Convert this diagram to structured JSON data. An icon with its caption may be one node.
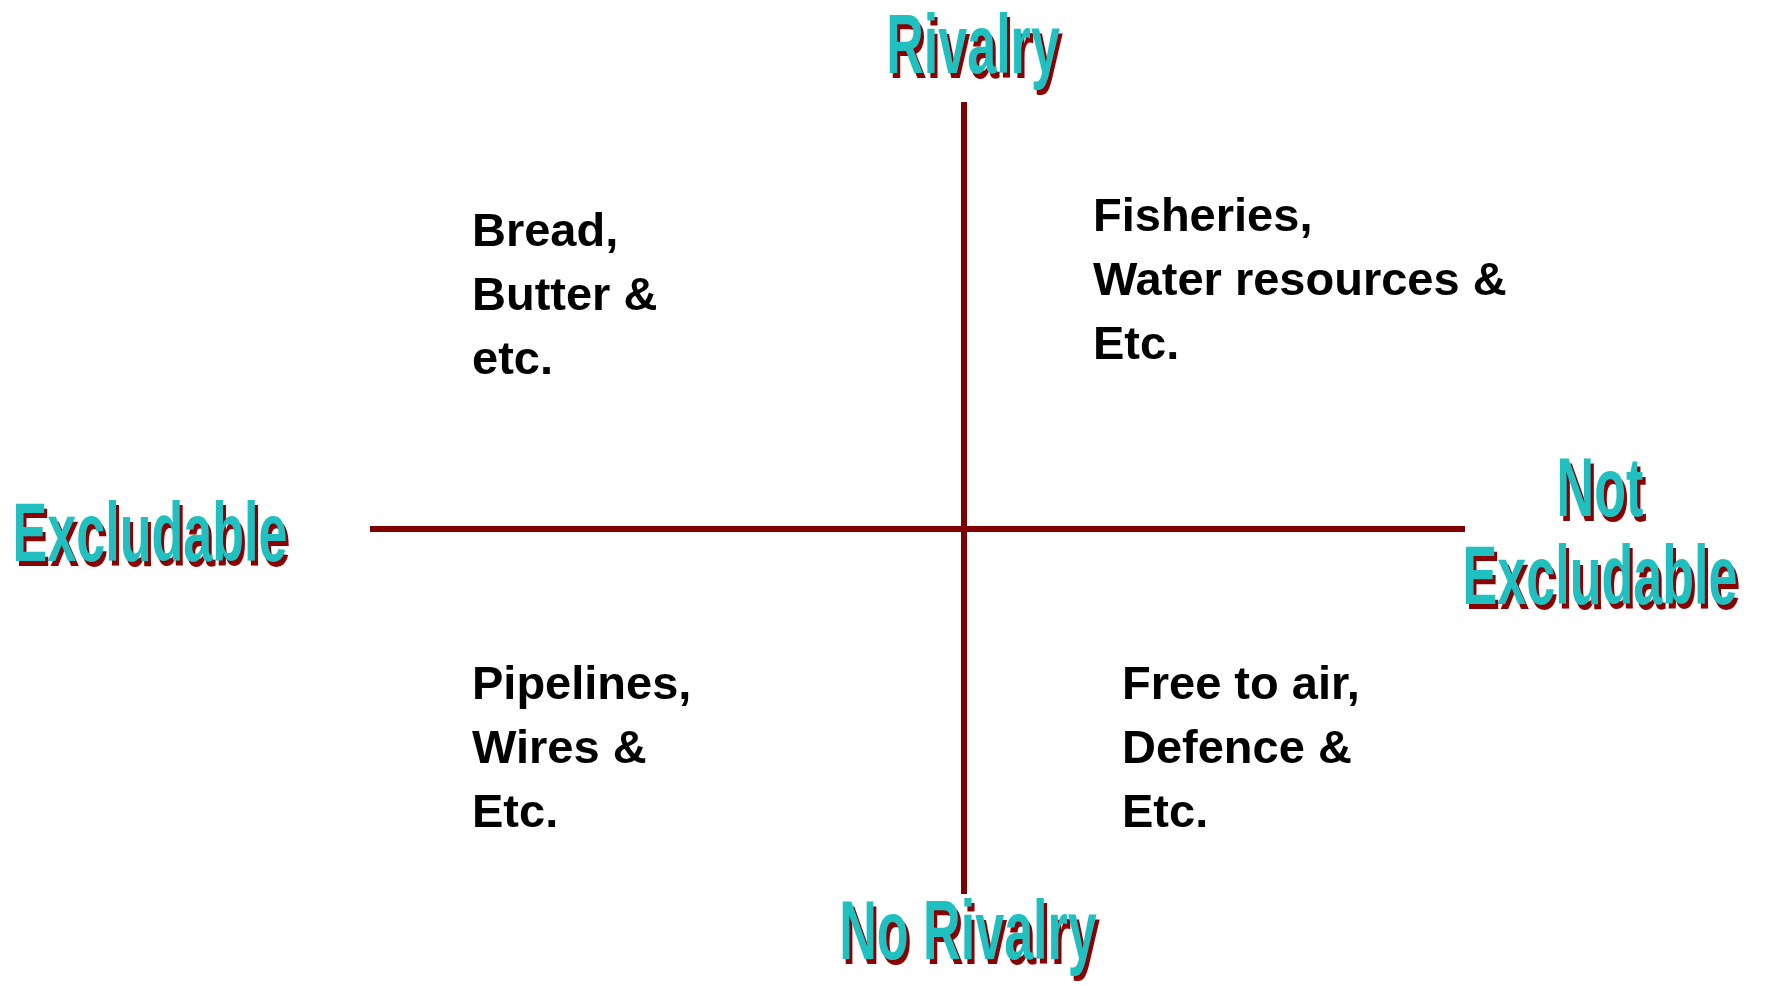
{
  "diagram": {
    "labels": [
      "Rivalry",
      "Bread, Butter & etc.",
      "Fisheries, Water resources & Etc.",
      "Excludable",
      "Not Excludable",
      "Pipelines, Wires & Etc.",
      "Free to air, Defence & Etc.",
      "No Rivalry"
    ]
  }
}
